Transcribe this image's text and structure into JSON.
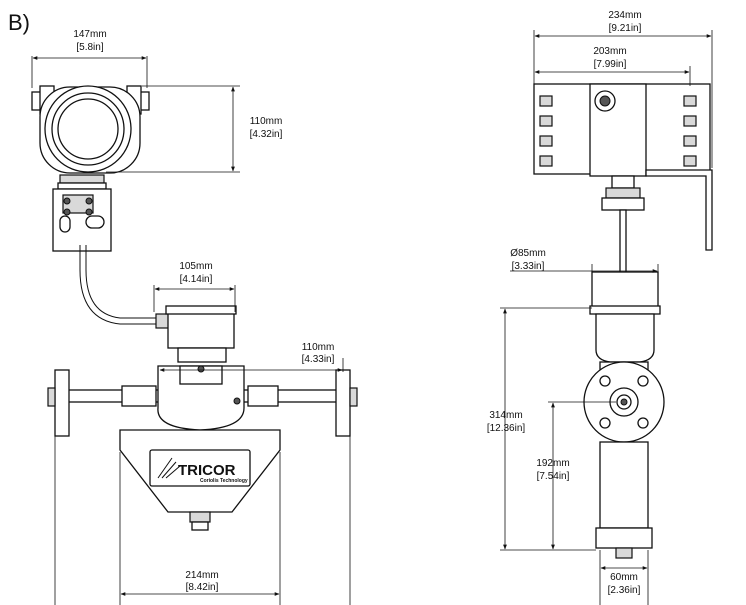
{
  "figure_label": "B)",
  "logo": {
    "name": "TRICOR",
    "tagline": "Coriolis Technology"
  },
  "front_view": {
    "transmitter_width": {
      "mm": "147mm",
      "in": "[5.8in]"
    },
    "transmitter_height": {
      "mm": "110mm",
      "in": "[4.32in]"
    },
    "junction_box_width": {
      "mm": "105mm",
      "in": "[4.14in]"
    },
    "flange_offset": {
      "mm": "110mm",
      "in": "[4.33in]"
    },
    "body_width": {
      "mm": "214mm",
      "in": "[8.42in]"
    }
  },
  "side_view": {
    "overall_width": {
      "mm": "234mm",
      "in": "[9.21in]"
    },
    "housing_width": {
      "mm": "203mm",
      "in": "[7.99in]"
    },
    "diameter": {
      "mm": "Ø85mm",
      "in": "[3.33in]"
    },
    "overall_height": {
      "mm": "314mm",
      "in": "[12.36in]"
    },
    "centerline_height": {
      "mm": "192mm",
      "in": "[7.54in]"
    },
    "base_width": {
      "mm": "60mm",
      "in": "[2.36in]"
    }
  }
}
